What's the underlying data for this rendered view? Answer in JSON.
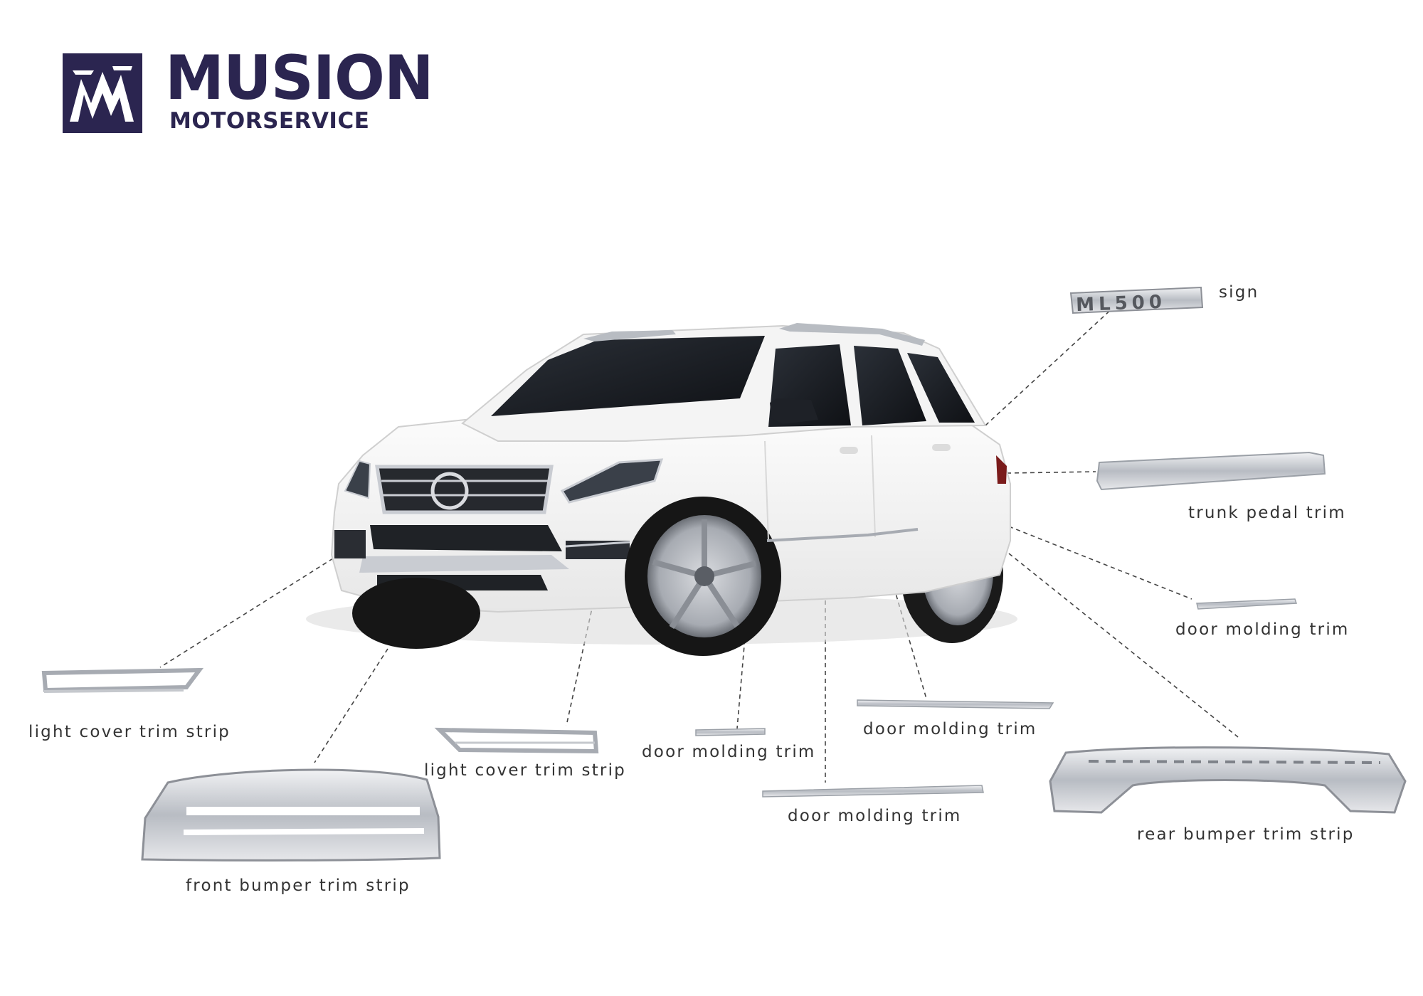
{
  "brand": {
    "name": "MUSION",
    "tagline": "MOTORSERVICE",
    "color": "#2b2550"
  },
  "badge_text": "ML500",
  "parts": [
    {
      "id": "sign",
      "label": "sign"
    },
    {
      "id": "trunk-pedal-trim",
      "label": "trunk pedal trim"
    },
    {
      "id": "door-molding-trim-rear",
      "label": "door molding trim"
    },
    {
      "id": "light-cover-trim-strip-left",
      "label": "light cover trim strip"
    },
    {
      "id": "light-cover-trim-strip-center",
      "label": "light cover trim strip"
    },
    {
      "id": "door-molding-trim-short",
      "label": "door molding trim"
    },
    {
      "id": "door-molding-trim-upper",
      "label": "door molding trim"
    },
    {
      "id": "door-molding-trim-long",
      "label": "door molding trim"
    },
    {
      "id": "front-bumper-trim-strip",
      "label": "front bumper trim strip"
    },
    {
      "id": "rear-bumper-trim-strip",
      "label": "rear bumper trim strip"
    }
  ],
  "colors": {
    "car_body": "#f7f7f7",
    "chrome": "#c9ccd2",
    "glass": "#1b1e24",
    "tire": "#161616",
    "leader_line": "#444444",
    "label_text": "#333333"
  }
}
